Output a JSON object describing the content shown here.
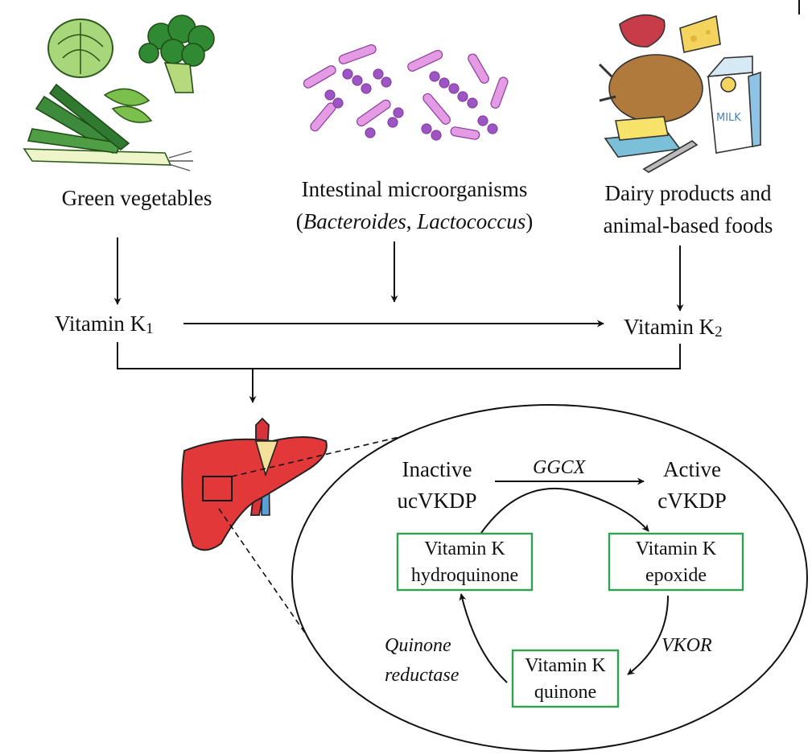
{
  "sources": {
    "green_vegetables": "Green vegetables",
    "microorganisms_line1": "Intestinal microorganisms",
    "microorganisms_paren_open": "(",
    "microorganisms_genus1": "Bacteroides",
    "microorganisms_sep": ", ",
    "microorganisms_genus2": "Lactococcus",
    "microorganisms_paren_close": ")",
    "dairy_line1": "Dairy products and",
    "dairy_line2": "animal-based foods"
  },
  "vitamins": {
    "k1_text": "Vitamin K",
    "k1_sub": "1",
    "k2_text": "Vitamin K",
    "k2_sub": "2"
  },
  "cycle": {
    "inactive_line1": "Inactive",
    "inactive_line2": "ucVKDP",
    "active_line1": "Active",
    "active_line2": "cVKDP",
    "enzyme_ggcx": "GGCX",
    "enzyme_vkor": "VKOR",
    "enzyme_qr_line1": "Quinone",
    "enzyme_qr_line2": "reductase",
    "hydroquinone_line1": "Vitamin K",
    "hydroquinone_line2": "hydroquinone",
    "epoxide_line1": "Vitamin K",
    "epoxide_line2": "epoxide",
    "quinone_line1": "Vitamin K",
    "quinone_line2": "quinone"
  },
  "illustrations": {
    "vegetables": "vegetables-illustration",
    "bacteria": "bacteria-illustration",
    "animal_foods": "dairy-meat-illustration",
    "liver": "liver-icon",
    "milk_carton_label": "MILK"
  },
  "colors": {
    "box_border": "#2ea24f",
    "liver": "#e2383a",
    "bacteria_rod": "#e59be4",
    "bacteria_coccus": "#9b55c4"
  }
}
